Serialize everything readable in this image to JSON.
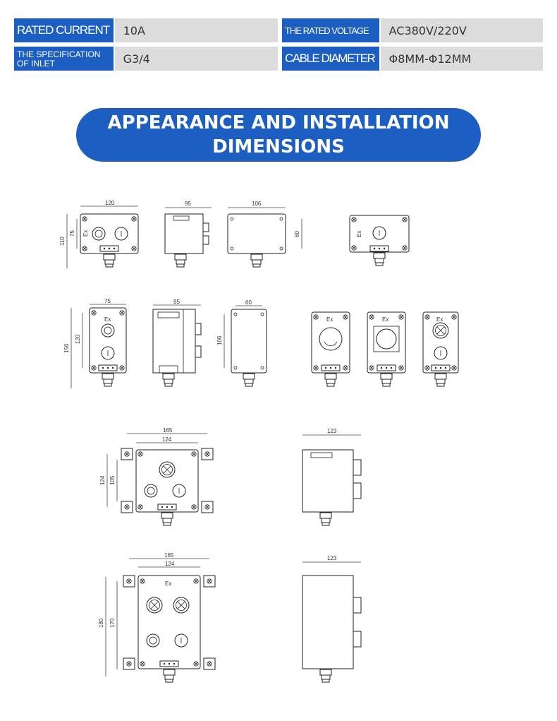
{
  "specs": {
    "rated_current_label": "RATED CURRENT",
    "rated_current_value": "10A",
    "rated_voltage_label": "THE RATED VOLTAGE",
    "rated_voltage_value": "AC380V/220V",
    "inlet_label": "THE SPECIFICATION OF INLET",
    "inlet_value": "G3/4",
    "cable_label": "CABLE DIAMETER",
    "cable_value": "Φ8MM-Φ12MM"
  },
  "section_title": {
    "line1": "APPEARANCE AND INSTALLATION",
    "line2": "DIMENSIONS"
  },
  "drawings": {
    "ex_mark": "Ex",
    "row1": {
      "w1": "120",
      "h1a": "75",
      "h1b": "110",
      "w2": "95",
      "w3": "106",
      "h3": "60"
    },
    "row2": {
      "w1": "75",
      "h1a": "120",
      "h1b": "156",
      "w2": "95",
      "w3": "60",
      "h3": "106"
    },
    "row3": {
      "w_outer": "165",
      "w_inner": "124",
      "h_outer": "124",
      "h_inner": "105",
      "w_side": "123"
    },
    "row4": {
      "w_outer": "165",
      "w_inner": "124",
      "h_outer": "180",
      "h_inner": "170",
      "w_side": "123"
    }
  },
  "colors": {
    "accent": "#1d5ec2",
    "value_bg": "#dcdcdc"
  }
}
